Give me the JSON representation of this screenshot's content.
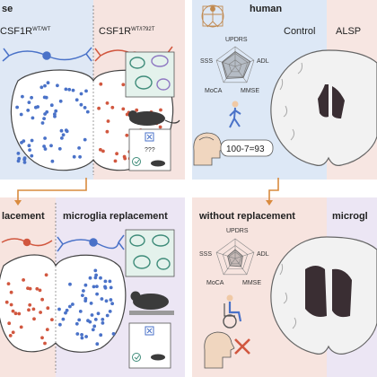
{
  "colors": {
    "mouse_panel_left": "#dfe8f5",
    "mouse_panel_right": "#f6e4e0",
    "human_panel_left": "#dde8f6",
    "human_panel_right": "#f7e6e2",
    "replacement_left": "#f7e4df",
    "replacement_right": "#ece6f4",
    "human_lower_left": "#f7e4df",
    "human_lower_right": "#ece6f4",
    "blue_dot": "#4a72c8",
    "red_dot": "#d1573f",
    "arrow": "#d98b3f",
    "lesion": "#3a2e33"
  },
  "top_left": {
    "title_fragment": "se",
    "genotype_wt_prefix": "CSF1R",
    "genotype_wt_sup": "WT/WT",
    "genotype_mut_prefix": "CSF1R",
    "genotype_mut_sup": "WT/I792T",
    "question_text": "???"
  },
  "top_right": {
    "title": "human",
    "scale_labels": [
      "UPDRS",
      "ADL",
      "MMSE",
      "MoCA",
      "SSS"
    ],
    "math_text": "100-7=93",
    "control_label": "Control",
    "alsp_label": "ALSP"
  },
  "bottom_left": {
    "left_title_fragment": "lacement",
    "right_title": "microglia replacement"
  },
  "bottom_right": {
    "left_title": "without replacement",
    "right_title_fragment": "microgl",
    "scale_labels": [
      "UPDRS",
      "ADL",
      "MMSE",
      "MoCA",
      "SSS"
    ]
  }
}
